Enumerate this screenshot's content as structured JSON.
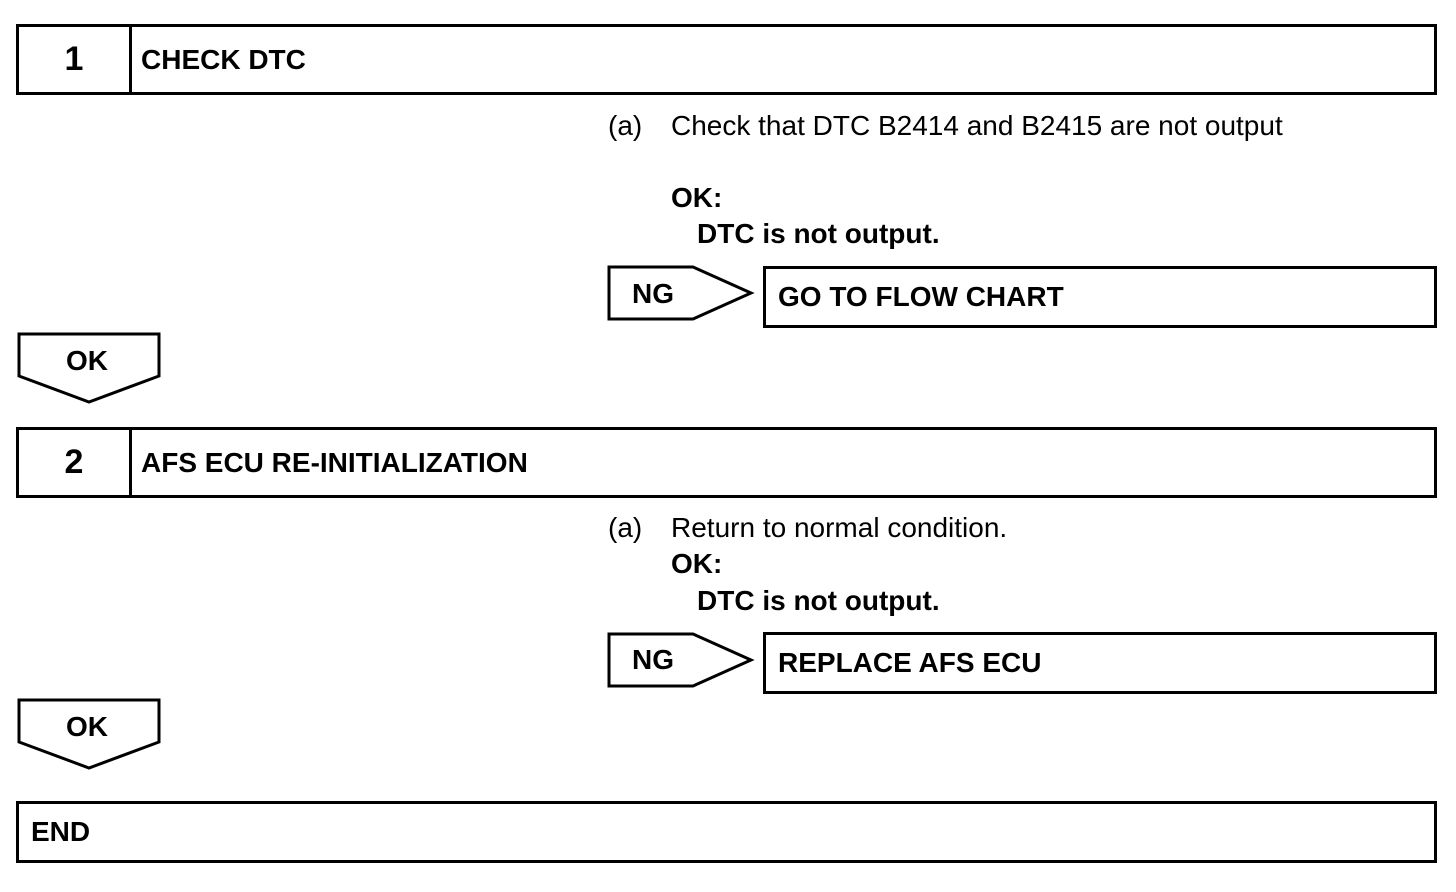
{
  "steps": [
    {
      "number": "1",
      "title": "CHECK DTC",
      "instruction_marker": "(a)",
      "instruction": "Check that DTC B2414 and B2415 are not output",
      "ok_label": "OK:",
      "ok_detail": "DTC is not output.",
      "ng_label": "NG",
      "ng_result": "GO TO FLOW CHART",
      "next_label": "OK"
    },
    {
      "number": "2",
      "title": "AFS ECU RE-INITIALIZATION",
      "instruction_marker": "(a)",
      "instruction": "Return to normal condition.",
      "ok_label": "OK:",
      "ok_detail": "DTC is not output.",
      "ng_label": "NG",
      "ng_result": "REPLACE AFS ECU",
      "next_label": "OK"
    }
  ],
  "end_label": "END"
}
